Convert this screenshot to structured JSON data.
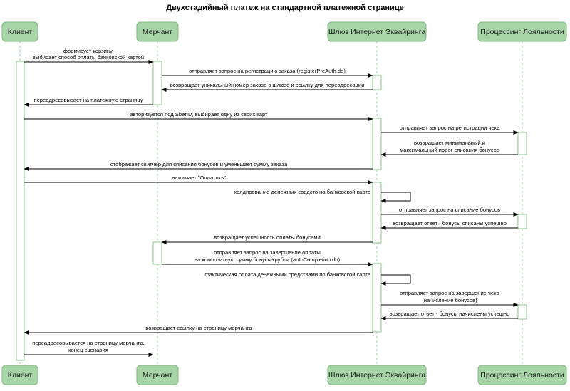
{
  "title": "Двухстадийный платеж на стандартной платежной странице",
  "participants": [
    {
      "id": "client",
      "label": "Клиент"
    },
    {
      "id": "merchant",
      "label": "Мерчант"
    },
    {
      "id": "gateway",
      "label": "Шлюз Интернет Эквайринга"
    },
    {
      "id": "loyalty",
      "label": "Процессинг Лояльности"
    }
  ],
  "messages": [
    {
      "from": "client",
      "to": "merchant",
      "lines": [
        "формирует корзину,",
        "выбирает способ оплаты банковской картой"
      ]
    },
    {
      "from": "merchant",
      "to": "gateway",
      "lines": [
        "отправляет запрос на регистрацию заказа (registerPreAuth.do)"
      ]
    },
    {
      "from": "gateway",
      "to": "merchant",
      "lines": [
        "возвращает уникальный номер заказа в шлюзе и ссылку для переадресации"
      ]
    },
    {
      "from": "merchant",
      "to": "client",
      "lines": [
        "переадресовывает на платежную страницу"
      ]
    },
    {
      "from": "client",
      "to": "gateway",
      "lines": [
        "авторизуется под SberID, выбирает одну из своих карт"
      ]
    },
    {
      "from": "gateway",
      "to": "loyalty",
      "lines": [
        "отправляет запрос на регистрации чека"
      ]
    },
    {
      "from": "loyalty",
      "to": "gateway",
      "lines": [
        "возвращает минимальный и",
        "максимальный порог списания бонусов"
      ]
    },
    {
      "from": "gateway",
      "to": "client",
      "lines": [
        "отображает свитчер для списания бонусов и уменьшает сумму заказа"
      ]
    },
    {
      "from": "client",
      "to": "gateway",
      "lines": [
        "нажимает \"Оплатить\""
      ]
    },
    {
      "from": "gateway",
      "to": "gateway",
      "lines": [
        "холдирование денежных средств на банковской карте"
      ]
    },
    {
      "from": "gateway",
      "to": "loyalty",
      "lines": [
        "отправляет запрос на списание бонусов"
      ]
    },
    {
      "from": "loyalty",
      "to": "gateway",
      "lines": [
        "возвращает ответ - бонусы списаны успешно"
      ]
    },
    {
      "from": "gateway",
      "to": "merchant",
      "lines": [
        "возвращает успешность оплаты бонусами"
      ]
    },
    {
      "from": "merchant",
      "to": "gateway",
      "lines": [
        "отправляет запрос на завершение оплаты",
        "на композитную сумму бонусы+рубли (autoCompletion.do)"
      ]
    },
    {
      "from": "gateway",
      "to": "gateway",
      "lines": [
        "фактическая оплата денежными средствами по банковской карте"
      ]
    },
    {
      "from": "gateway",
      "to": "loyalty",
      "lines": [
        "отправляет запрос на завершение чека",
        "(начисление бонусов)"
      ]
    },
    {
      "from": "loyalty",
      "to": "gateway",
      "lines": [
        "возвращает ответ - бонусы начислены успешно"
      ]
    },
    {
      "from": "gateway",
      "to": "client",
      "lines": [
        "возвращает ссылку на страницу мерчанта"
      ]
    },
    {
      "from": "client",
      "to": "merchant",
      "lines": [
        "переадресовывается на страницу мерчанта,",
        "конец сценария"
      ]
    }
  ]
}
